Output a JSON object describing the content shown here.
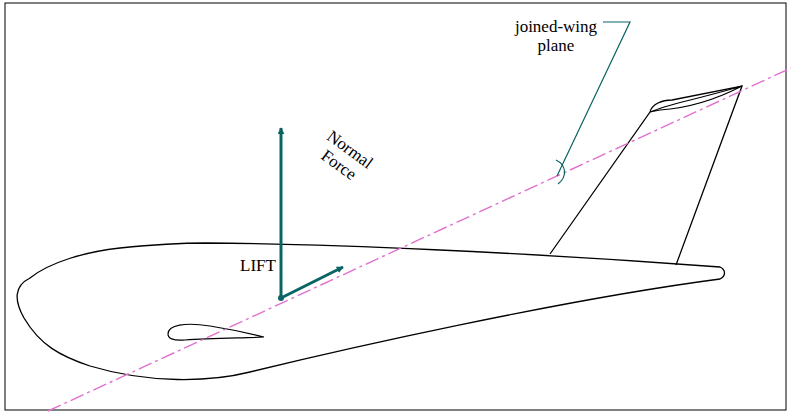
{
  "diagram": {
    "labels": [
      "LIFT",
      "Normal Force",
      "joined-wing plane"
    ]
  }
}
